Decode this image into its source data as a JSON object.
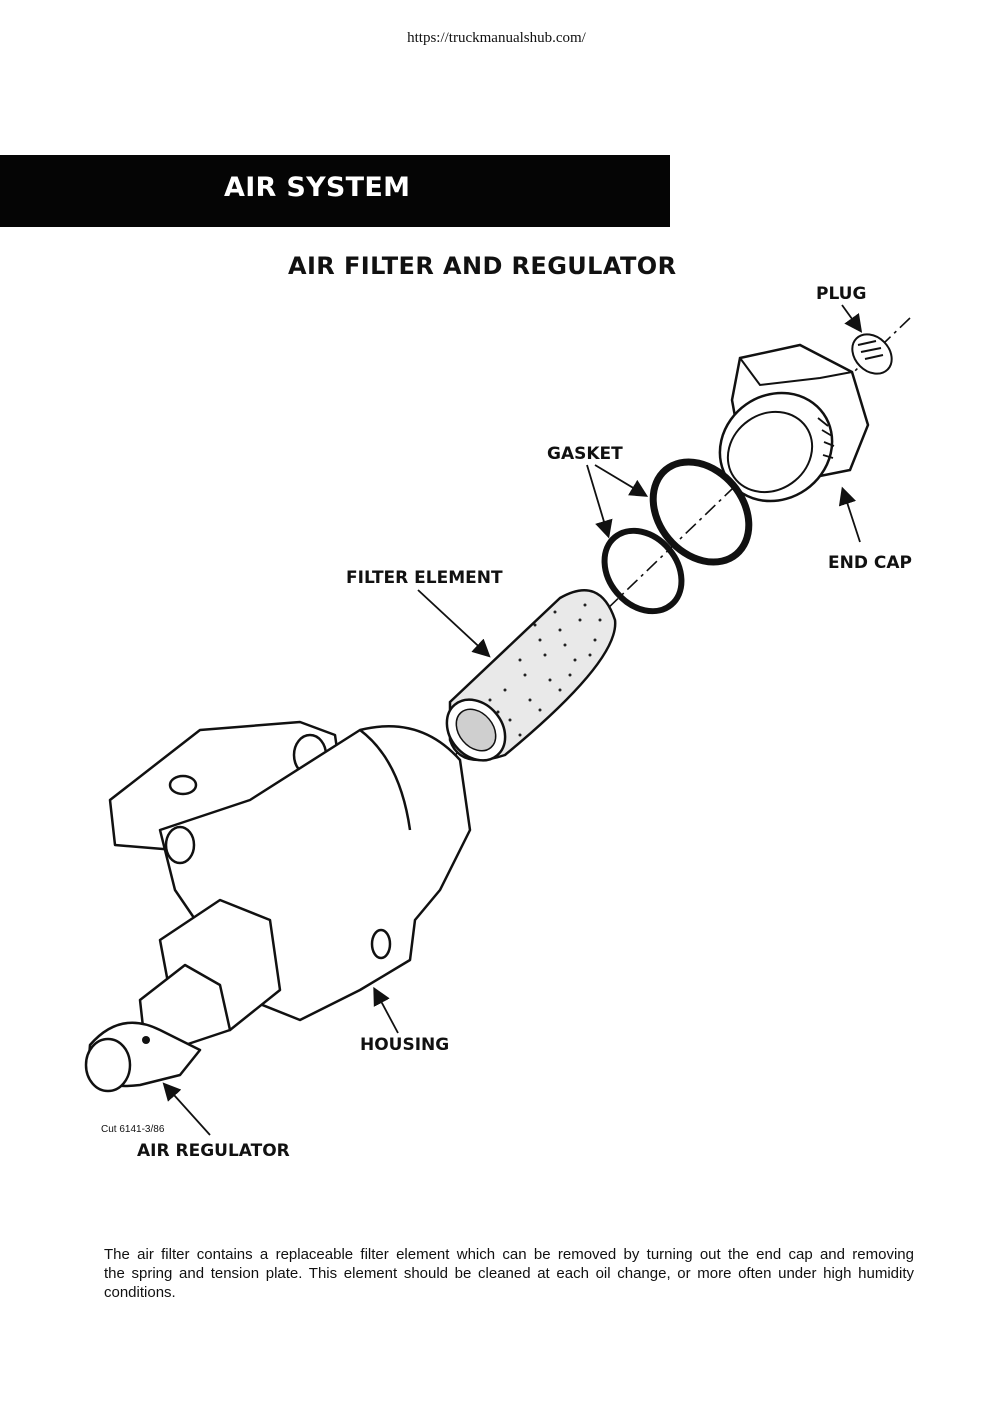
{
  "header": {
    "url": "https://truckmanualshub.com/"
  },
  "section": {
    "title": "AIR SYSTEM"
  },
  "figure": {
    "title": "AIR FILTER AND REGULATOR",
    "labels": {
      "plug": "PLUG",
      "gasket": "GASKET",
      "end_cap": "END CAP",
      "filter_element": "FILTER ELEMENT",
      "housing": "HOUSING",
      "air_regulator": "AIR REGULATOR"
    },
    "cut_number": "Cut 6141-3/86"
  },
  "body": {
    "paragraph": "The air filter contains a replaceable filter element which can be removed by turning out the end cap and removing the spring and tension plate. This element should be cleaned at each oil change, or more often under high humidity conditions."
  }
}
